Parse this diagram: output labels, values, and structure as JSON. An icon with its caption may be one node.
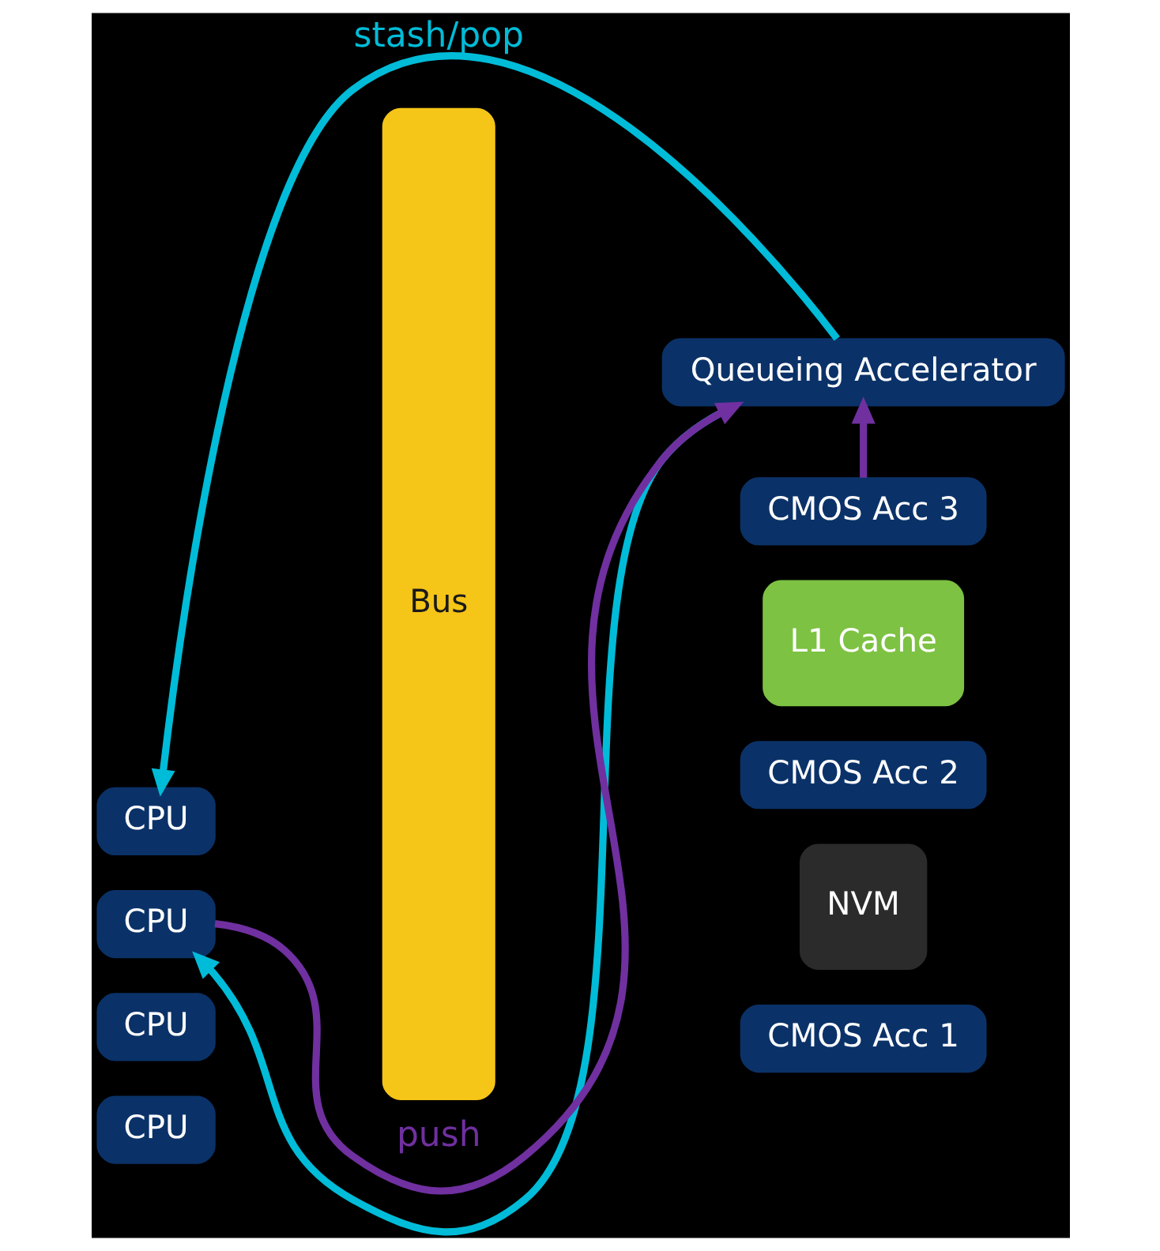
{
  "diagram": {
    "nodes": [
      {
        "text": [
          "Queueing Accelerator"
        ]
      },
      {
        "text": [
          "Bus"
        ]
      },
      {
        "text": [
          "CPU"
        ]
      },
      {
        "text": [
          "CPU"
        ]
      },
      {
        "text": [
          "CMOS Acc 3"
        ]
      },
      {
        "text": [
          "CPU"
        ]
      },
      {
        "text": [
          "L1 Cache"
        ]
      },
      {
        "text": [
          "CMOS Acc 2"
        ]
      },
      {
        "text": [
          "CPU"
        ]
      },
      {
        "text": [
          "NVM"
        ]
      },
      {
        "text": [
          "CMOS Acc 1"
        ]
      }
    ],
    "edges": [
      {
        "from": 3,
        "to": 0,
        "arrow": "to",
        "label": "push",
        "color": "#7030a0"
      },
      {
        "from": 4,
        "to": 0,
        "arrow": "to",
        "color": "#7030a0"
      },
      {
        "from": 0,
        "to": 2,
        "arrow": "to",
        "label": "stash/pop",
        "color": "#00bcd8"
      },
      {
        "from": 0,
        "to": 3,
        "arrow": "to",
        "color": "#00bcd8"
      }
    ]
  }
}
